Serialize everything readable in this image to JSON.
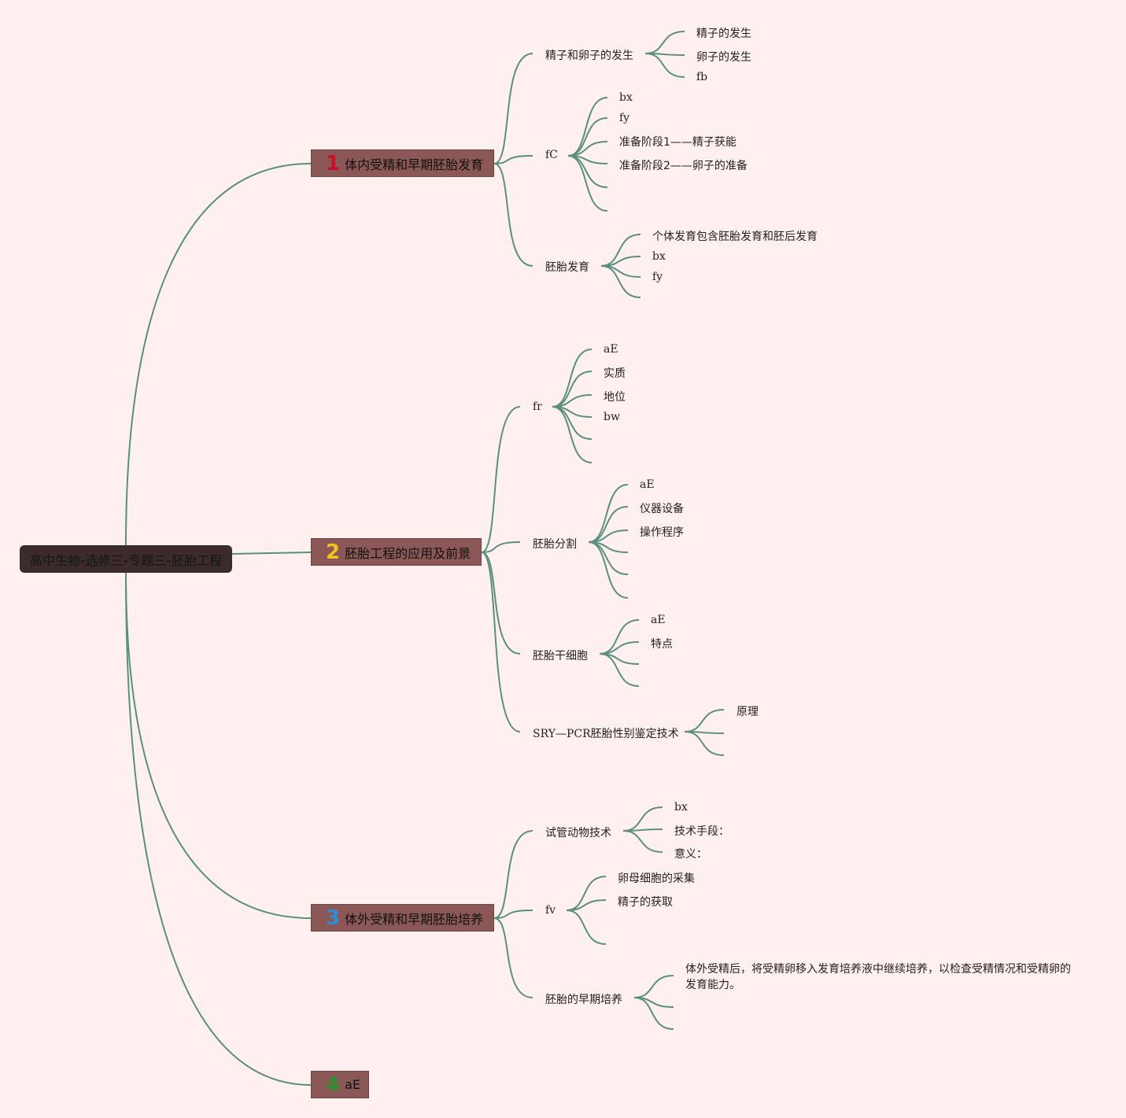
{
  "root": "高中生物-选修三-专题三-胚胎工程",
  "colors": {
    "edge": "#5b8f80",
    "n1": "#c8102e",
    "n2": "#f0c419",
    "n3": "#2b8fd6",
    "n4": "#2f8f2f"
  },
  "branches": [
    {
      "num": "1",
      "title": "体内受精和早期胚胎发育",
      "children": [
        {
          "label": "精子和卵子的发生",
          "leaves": [
            "精子的发生",
            "卵子的发生",
            "fb"
          ]
        },
        {
          "label": "fC",
          "leaves": [
            "bx",
            "fy",
            "准备阶段1——精子获能",
            "准备阶段2——卵子的准备",
            "",
            ""
          ]
        },
        {
          "label": "胚胎发育",
          "leaves": [
            "个体发育包含胚胎发育和胚后发育",
            "bx",
            "fy",
            ""
          ]
        }
      ]
    },
    {
      "num": "2",
      "title": "胚胎工程的应用及前景",
      "children": [
        {
          "label": "fr",
          "leaves": [
            "aE",
            "实质",
            "地位",
            "bw",
            "",
            ""
          ]
        },
        {
          "label": "胚胎分割",
          "leaves": [
            "aE",
            "仪器设备",
            "操作程序",
            "",
            "",
            ""
          ]
        },
        {
          "label": "胚胎干细胞",
          "leaves": [
            "aE",
            "特点",
            "",
            ""
          ]
        },
        {
          "label": "SRY—PCR胚胎性别鉴定技术",
          "leaves": [
            "原理",
            "",
            ""
          ]
        }
      ]
    },
    {
      "num": "3",
      "title": "体外受精和早期胚胎培养",
      "children": [
        {
          "label": "试管动物技术",
          "leaves": [
            "bx",
            "技术手段：",
            "意义："
          ]
        },
        {
          "label": "fv",
          "leaves": [
            "卵母细胞的采集",
            "精子的获取",
            ""
          ]
        },
        {
          "label": "胚胎的早期培养",
          "leaves": [
            "体外受精后，将受精卵移入发育培养液中继续培养，以检查受精情况和受精卵的发育能力。",
            "",
            ""
          ]
        }
      ]
    },
    {
      "num": "4",
      "title": "aE",
      "children": []
    }
  ]
}
